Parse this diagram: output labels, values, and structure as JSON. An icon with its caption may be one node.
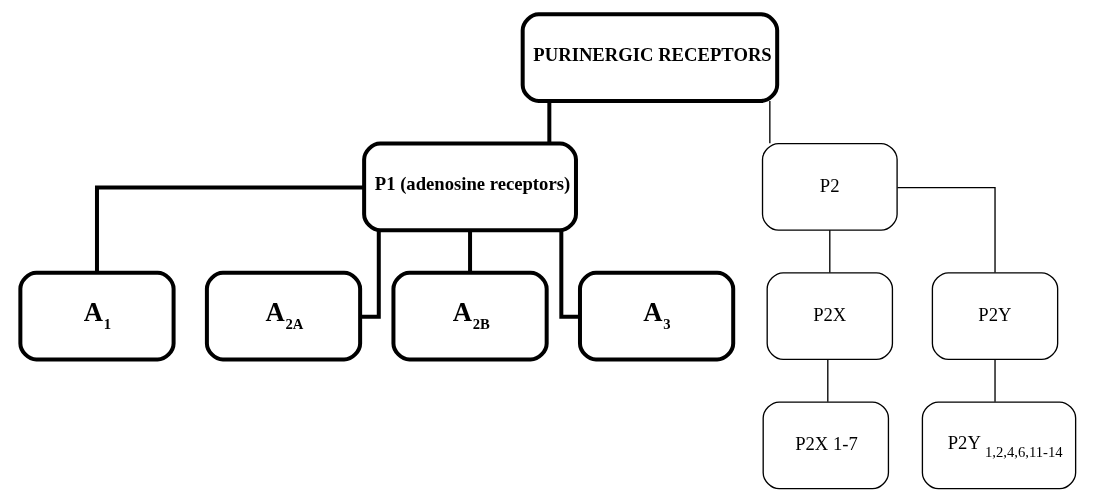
{
  "diagram": {
    "nodes": [
      {
        "text": [
          "PURINERGIC RECEPTORS"
        ]
      },
      {
        "text": [
          "P1 (adenosine receptors)"
        ]
      },
      {
        "text": [
          "P2"
        ]
      },
      {
        "text": [
          "A$_{1}$"
        ]
      },
      {
        "text": [
          "A$_{2A}$"
        ]
      },
      {
        "text": [
          "A$_{2B}$"
        ]
      },
      {
        "text": [
          "A$_{3}$"
        ]
      },
      {
        "text": [
          "P2X"
        ]
      },
      {
        "text": [
          "P2Y"
        ]
      },
      {
        "text": [
          "P2X 1-7"
        ]
      },
      {
        "text": [
          "P2Y $_{1,2,4,6,11-14}$"
        ]
      }
    ],
    "edges": [
      {
        "from": 0,
        "to": 1,
        "arrow": "none",
        "style": "thick"
      },
      {
        "from": 0,
        "to": 2,
        "arrow": "none"
      },
      {
        "from": 1,
        "to": 3,
        "arrow": "none",
        "style": "thick"
      },
      {
        "from": 1,
        "to": 4,
        "arrow": "none",
        "style": "thick"
      },
      {
        "from": 1,
        "to": 5,
        "arrow": "none",
        "style": "thick"
      },
      {
        "from": 1,
        "to": 6,
        "arrow": "none",
        "style": "thick"
      },
      {
        "from": 2,
        "to": 7,
        "arrow": "none"
      },
      {
        "from": 2,
        "to": 8,
        "arrow": "none"
      },
      {
        "from": 7,
        "to": 9,
        "arrow": "none"
      },
      {
        "from": 8,
        "to": 10,
        "arrow": "none"
      }
    ]
  }
}
